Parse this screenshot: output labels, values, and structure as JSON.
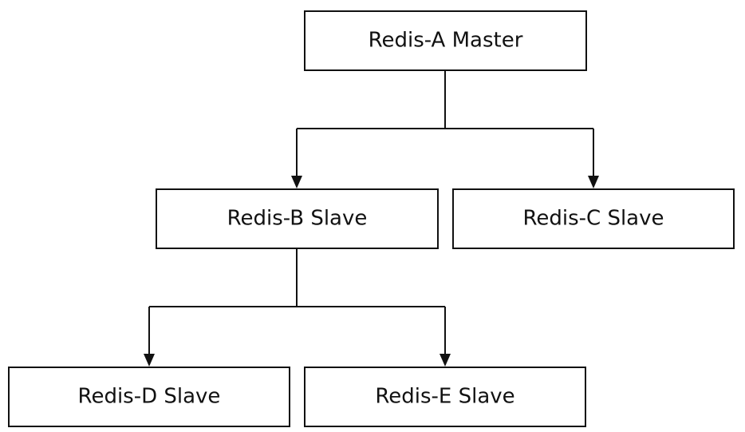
{
  "diagram": {
    "nodes": {
      "a": {
        "label": "Redis-A Master"
      },
      "b": {
        "label": "Redis-B Slave"
      },
      "c": {
        "label": "Redis-C Slave"
      },
      "d": {
        "label": "Redis-D Slave"
      },
      "e": {
        "label": "Redis-E Slave"
      }
    },
    "edges": [
      {
        "from": "a",
        "to": "b"
      },
      {
        "from": "a",
        "to": "c"
      },
      {
        "from": "b",
        "to": "d"
      },
      {
        "from": "b",
        "to": "e"
      }
    ],
    "colors": {
      "stroke": "#111111",
      "fill": "#ffffff",
      "text": "#111111"
    }
  }
}
